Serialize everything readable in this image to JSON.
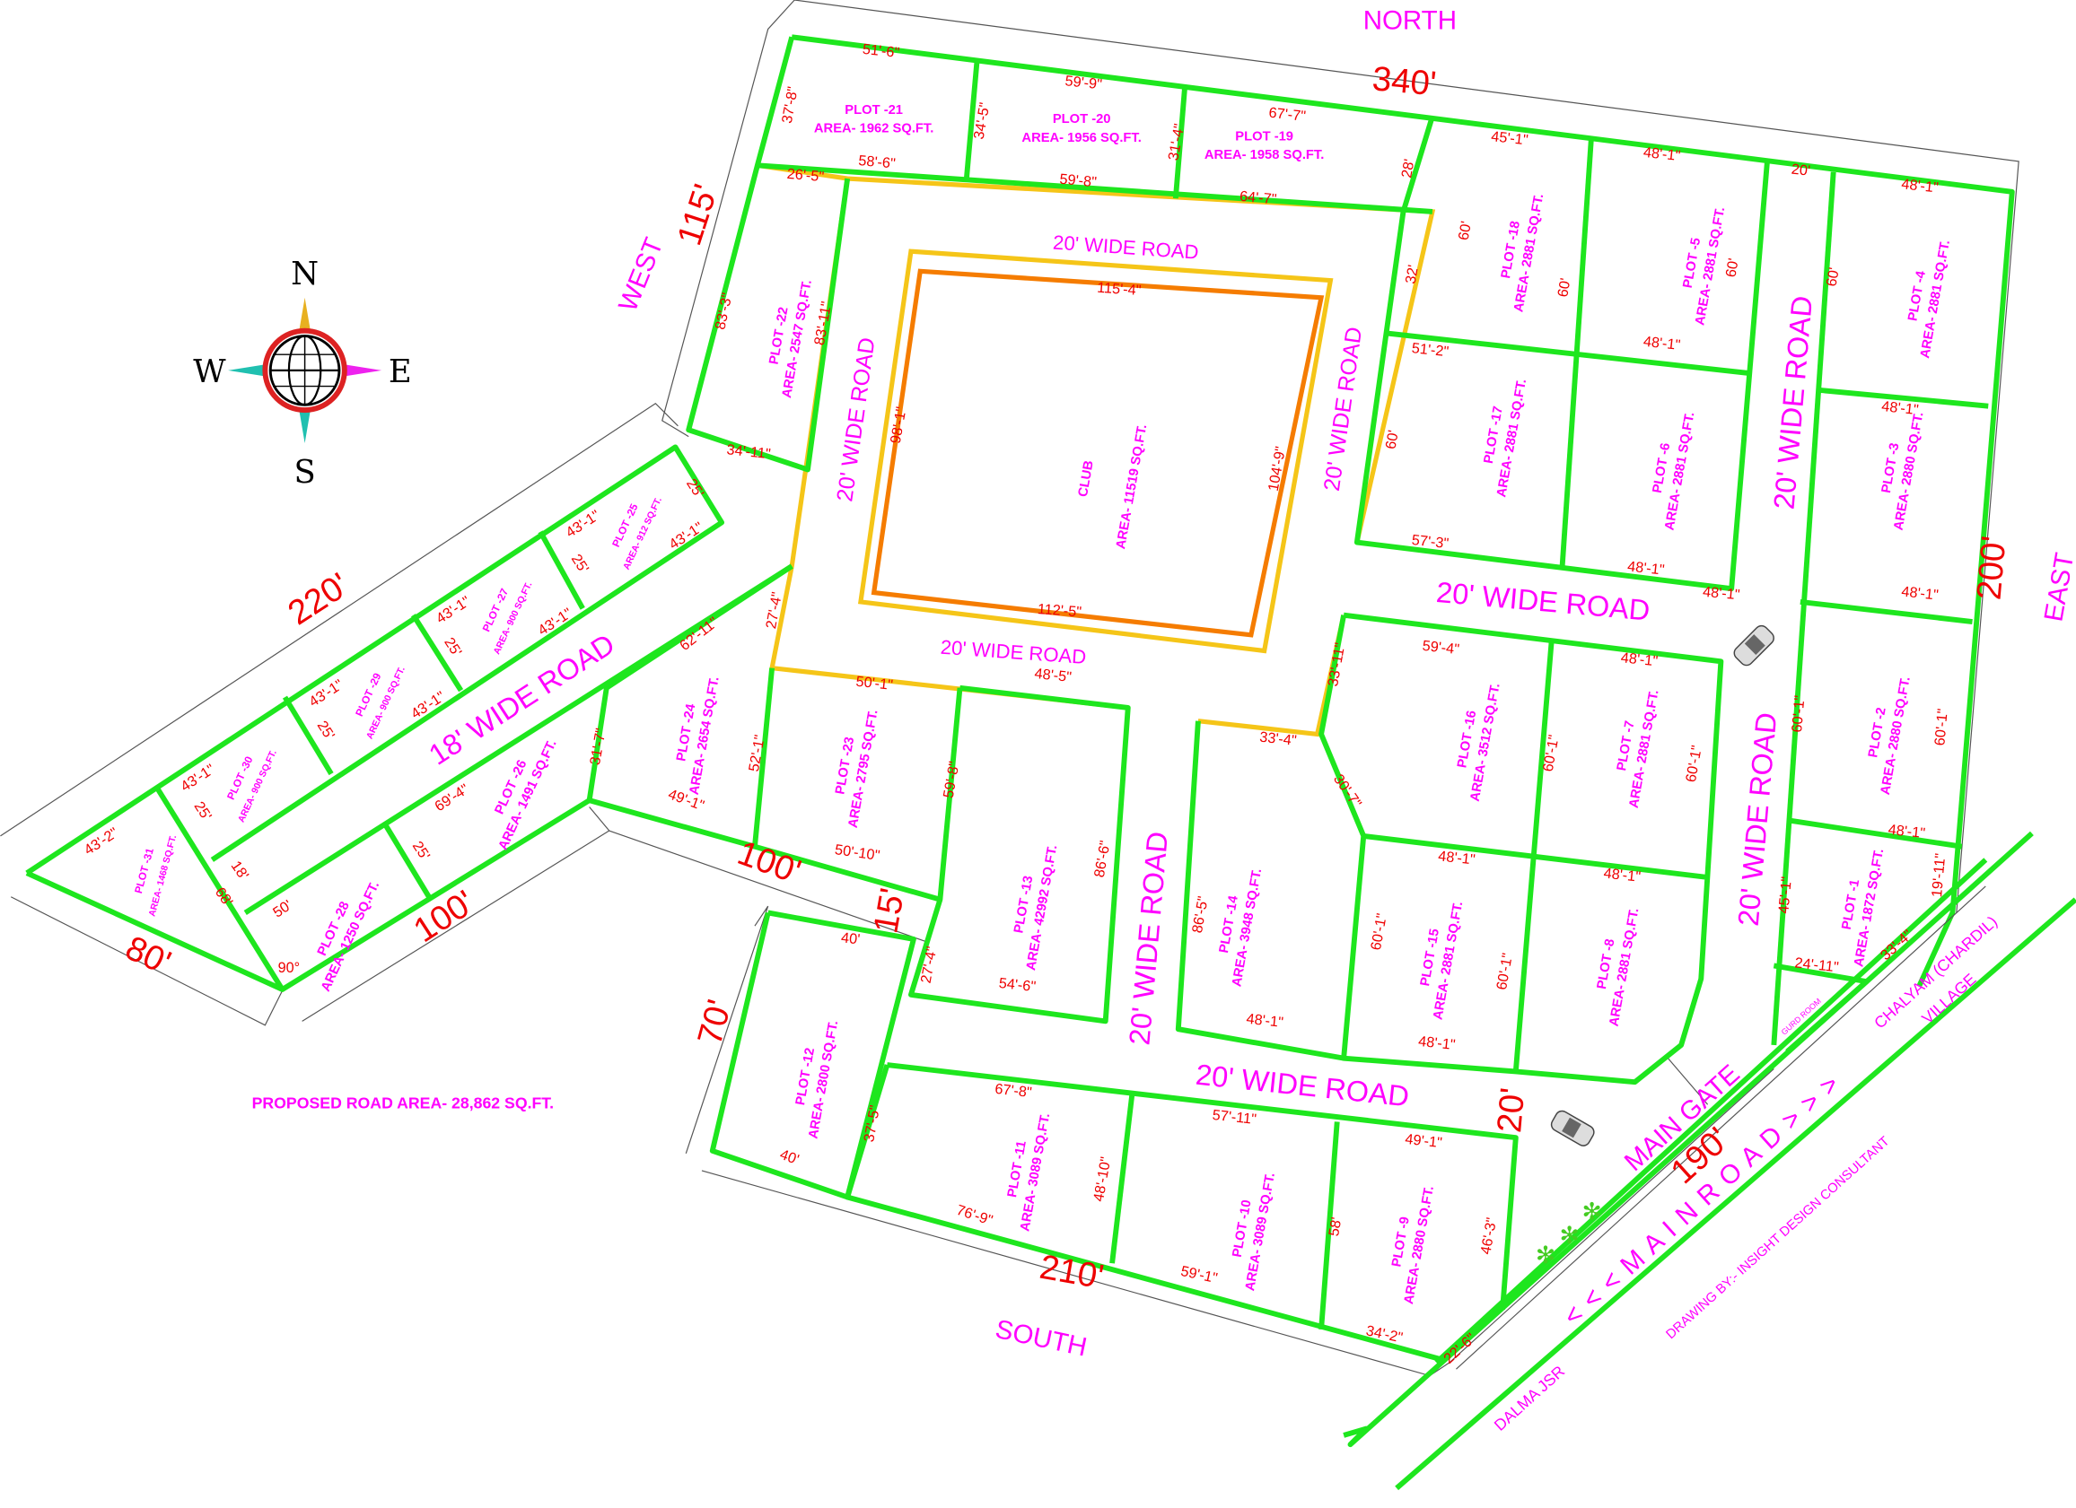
{
  "directions": {
    "north": "NORTH",
    "south": "SOUTH",
    "east": "EAST",
    "west": "WEST"
  },
  "compass": {
    "n": "N",
    "s": "S",
    "e": "E",
    "w": "W"
  },
  "club": {
    "name": "CLUB",
    "area": "AREA- 11519 SQ.FT."
  },
  "plots": [
    {
      "name": "PLOT -1",
      "area": "AREA- 1872 SQ.FT."
    },
    {
      "name": "PLOT -2",
      "area": "AREA- 2880 SQ.FT."
    },
    {
      "name": "PLOT -3",
      "area": "AREA- 2880 SQ.FT."
    },
    {
      "name": "PLOT -4",
      "area": "AREA- 2881 SQ.FT."
    },
    {
      "name": "PLOT -5",
      "area": "AREA- 2881 SQ.FT."
    },
    {
      "name": "PLOT -6",
      "area": "AREA- 2881 SQ.FT."
    },
    {
      "name": "PLOT -7",
      "area": "AREA- 2881 SQ.FT."
    },
    {
      "name": "PLOT -8",
      "area": "AREA- 2881 SQ.FT."
    },
    {
      "name": "PLOT -9",
      "area": "AREA- 2880 SQ.FT."
    },
    {
      "name": "PLOT -10",
      "area": "AREA- 3089 SQ.FT."
    },
    {
      "name": "PLOT -11",
      "area": "AREA- 3089 SQ.FT."
    },
    {
      "name": "PLOT -12",
      "area": "AREA- 2800 SQ.FT."
    },
    {
      "name": "PLOT -13",
      "area": "AREA- 42992 SQ.FT."
    },
    {
      "name": "PLOT -14",
      "area": "AREA- 3948 SQ.FT."
    },
    {
      "name": "PLOT -15",
      "area": "AREA- 2881 SQ.FT."
    },
    {
      "name": "PLOT -16",
      "area": "AREA- 3512 SQ.FT."
    },
    {
      "name": "PLOT -17",
      "area": "AREA- 2881 SQ.FT."
    },
    {
      "name": "PLOT -18",
      "area": "AREA- 2881 SQ.FT."
    },
    {
      "name": "PLOT -19",
      "area": "AREA- 1958 SQ.FT."
    },
    {
      "name": "PLOT -20",
      "area": "AREA- 1956 SQ.FT."
    },
    {
      "name": "PLOT -21",
      "area": "AREA- 1962 SQ.FT."
    },
    {
      "name": "PLOT -22",
      "area": "AREA- 2547 SQ.FT."
    },
    {
      "name": "PLOT -23",
      "area": "AREA- 2795 SQ.FT."
    },
    {
      "name": "PLOT -24",
      "area": "AREA- 2654 SQ.FT."
    },
    {
      "name": "PLOT -25",
      "area": "AREA- 912 SQ.FT."
    },
    {
      "name": "PLOT -26",
      "area": "AREA- 1491 SQ.FT."
    },
    {
      "name": "PLOT -27",
      "area": "AREA- 900 SQ.FT."
    },
    {
      "name": "PLOT -28",
      "area": "AREA- 1250 SQ.FT."
    },
    {
      "name": "PLOT -29",
      "area": "AREA- 900 SQ.FT."
    },
    {
      "name": "PLOT -30",
      "area": "AREA- 900 SQ.FT."
    },
    {
      "name": "PLOT -31",
      "area": "AREA- 1468 SQ.FT."
    }
  ],
  "roads": {
    "wide20": "20' WIDE ROAD",
    "wide18": "18' WIDE ROAD",
    "main_road": "< < < M A I N   R O A D > > >",
    "main_gate": "MAIN GATE",
    "gurd_room": "GURD ROOM"
  },
  "overall_dims": [
    "340'",
    "115'",
    "220'",
    "80'",
    "100'",
    "100'",
    "15'",
    "70'",
    "210'",
    "20'",
    "190'",
    "200'"
  ],
  "dims": [
    "51'-6\"",
    "59'-9\"",
    "67'-7\"",
    "37'-8\"",
    "34'-5\"",
    "31'-4\"",
    "28'",
    "58'-6\"",
    "59'-8\"",
    "64'-7\"",
    "26'-5\"",
    "45'-1\"",
    "48'-1\"",
    "20'",
    "48'-1\"",
    "83'-3\"",
    "83'-11\"",
    "34'-11\"",
    "115'-4\"",
    "98'-1\"",
    "104'-9\"",
    "112'-5\"",
    "32'",
    "60'",
    "60'",
    "60'",
    "60'",
    "60'",
    "51'-2\"",
    "48'-1\"",
    "57'-3\"",
    "48'-1\"",
    "48'-1\"",
    "48'-1\"",
    "33'-11\"",
    "59'-4\"",
    "48'-1\"",
    "60'-1\"",
    "60'-1\"",
    "33'-4\"",
    "30'-7\"",
    "48'-1\"",
    "48'-1\"",
    "60'-1\"",
    "60'-1\"",
    "48'-1\"",
    "48'-1\"",
    "86'-5\"",
    "48'-1\"",
    "50'-1\"",
    "48'-5\"",
    "52'-1\"",
    "59'-8\"",
    "86'-6\"",
    "50'-10\"",
    "54'-6\"",
    "27'-4\"",
    "27'-4\"",
    "62'-11\"",
    "31'-7\"",
    "49'-1\"",
    "40'",
    "40'",
    "37'-5\"",
    "67'-8\"",
    "57'-11\"",
    "49'-1\"",
    "48'-10\"",
    "76'-9\"",
    "59'-1\"",
    "58'",
    "46'-3\"",
    "34'-2\"",
    "22'-6\"",
    "45'-1\"",
    "24'-11\"",
    "33'-4\"",
    "19'-11\"",
    "60'-1\"",
    "60'-1\"",
    "48'-1\"",
    "43'-1\"",
    "43'-1\"",
    "43'-1\"",
    "43'-1\"",
    "43'-1\"",
    "43'-1\"",
    "43'-1\"",
    "43'-2\"",
    "25'",
    "25'",
    "25'",
    "25'",
    "25'",
    "69'-4\"",
    "50'",
    "18'",
    "68'",
    "25'",
    "90°"
  ],
  "notes": {
    "proposed_road": "PROPOSED ROAD AREA- 28,862 SQ.FT.",
    "drawing_by": "DRAWING BY:- INSIGHT DESIGN CONSULTANT",
    "chalyam": "CHALYAM (CHARDIL)",
    "village": "VILLAGE",
    "dalma": "DALMA JSR"
  },
  "colors": {
    "plot_boundary": "#1ee61e",
    "road_edge": "#f5c518",
    "club_edge": "#f57c00",
    "label": "#ff00ff",
    "dimension": "#ee0000"
  }
}
